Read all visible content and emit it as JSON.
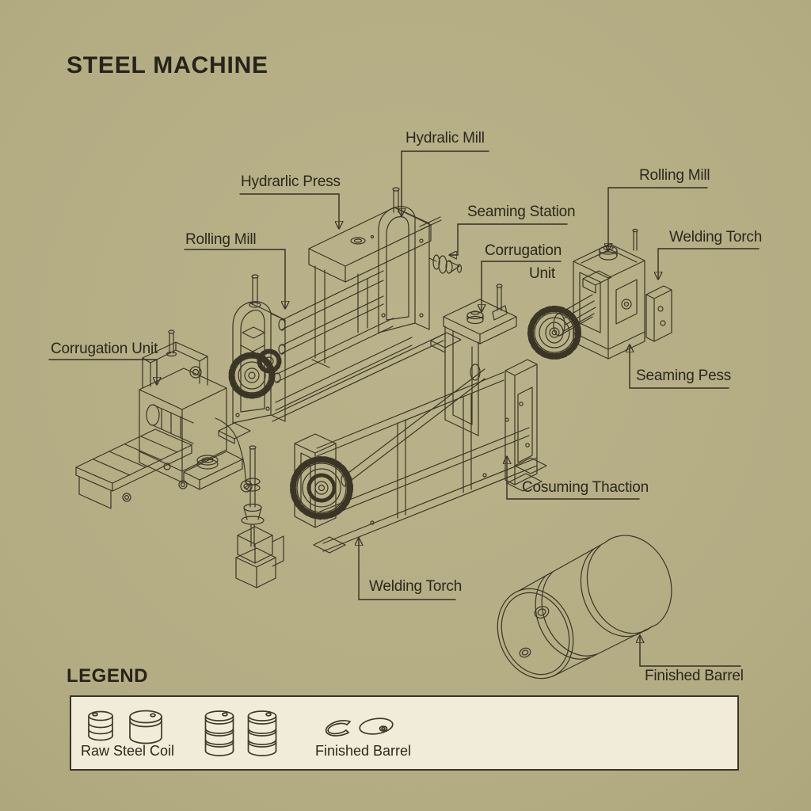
{
  "title": "STEEL MACHINE",
  "diagram": {
    "callouts": {
      "hydralic_mill": "Hydralic Mill",
      "hydrarlic_press": "Hydrarlic Press",
      "rolling_mill_left": "Rolling Mill",
      "seaming_station": "Seaming Station",
      "corrugation_unit_center": {
        "line1": "Corrugation",
        "line2": "Unit"
      },
      "rolling_mill_right": "Rolling Mill",
      "welding_torch_right": "Welding Torch",
      "seaming_pess": "Seaming Pess",
      "corrugation_unit_left": "Corrugation Unit",
      "cosuming_thaction": "Cosuming Thaction",
      "welding_torch_bottom": "Welding Torch",
      "finished_barrel": "Finished Barrel"
    }
  },
  "legend": {
    "title": "LEGEND",
    "items": [
      {
        "label": "Raw Steel Coil",
        "icons": [
          "raw-steel-coil-small",
          "raw-steel-coil-large"
        ]
      },
      {
        "label": "",
        "icons": [
          "steel-barrel",
          "steel-barrel"
        ]
      },
      {
        "label": "Finished Barrel",
        "icons": [
          "steel-ring",
          "barrel-lid"
        ]
      }
    ]
  },
  "colors": {
    "background": "#b3ab82",
    "background_edge": "#958d62",
    "line": "#3a3526",
    "text": "#2b281d",
    "legend_background": "#f1ecd9"
  }
}
